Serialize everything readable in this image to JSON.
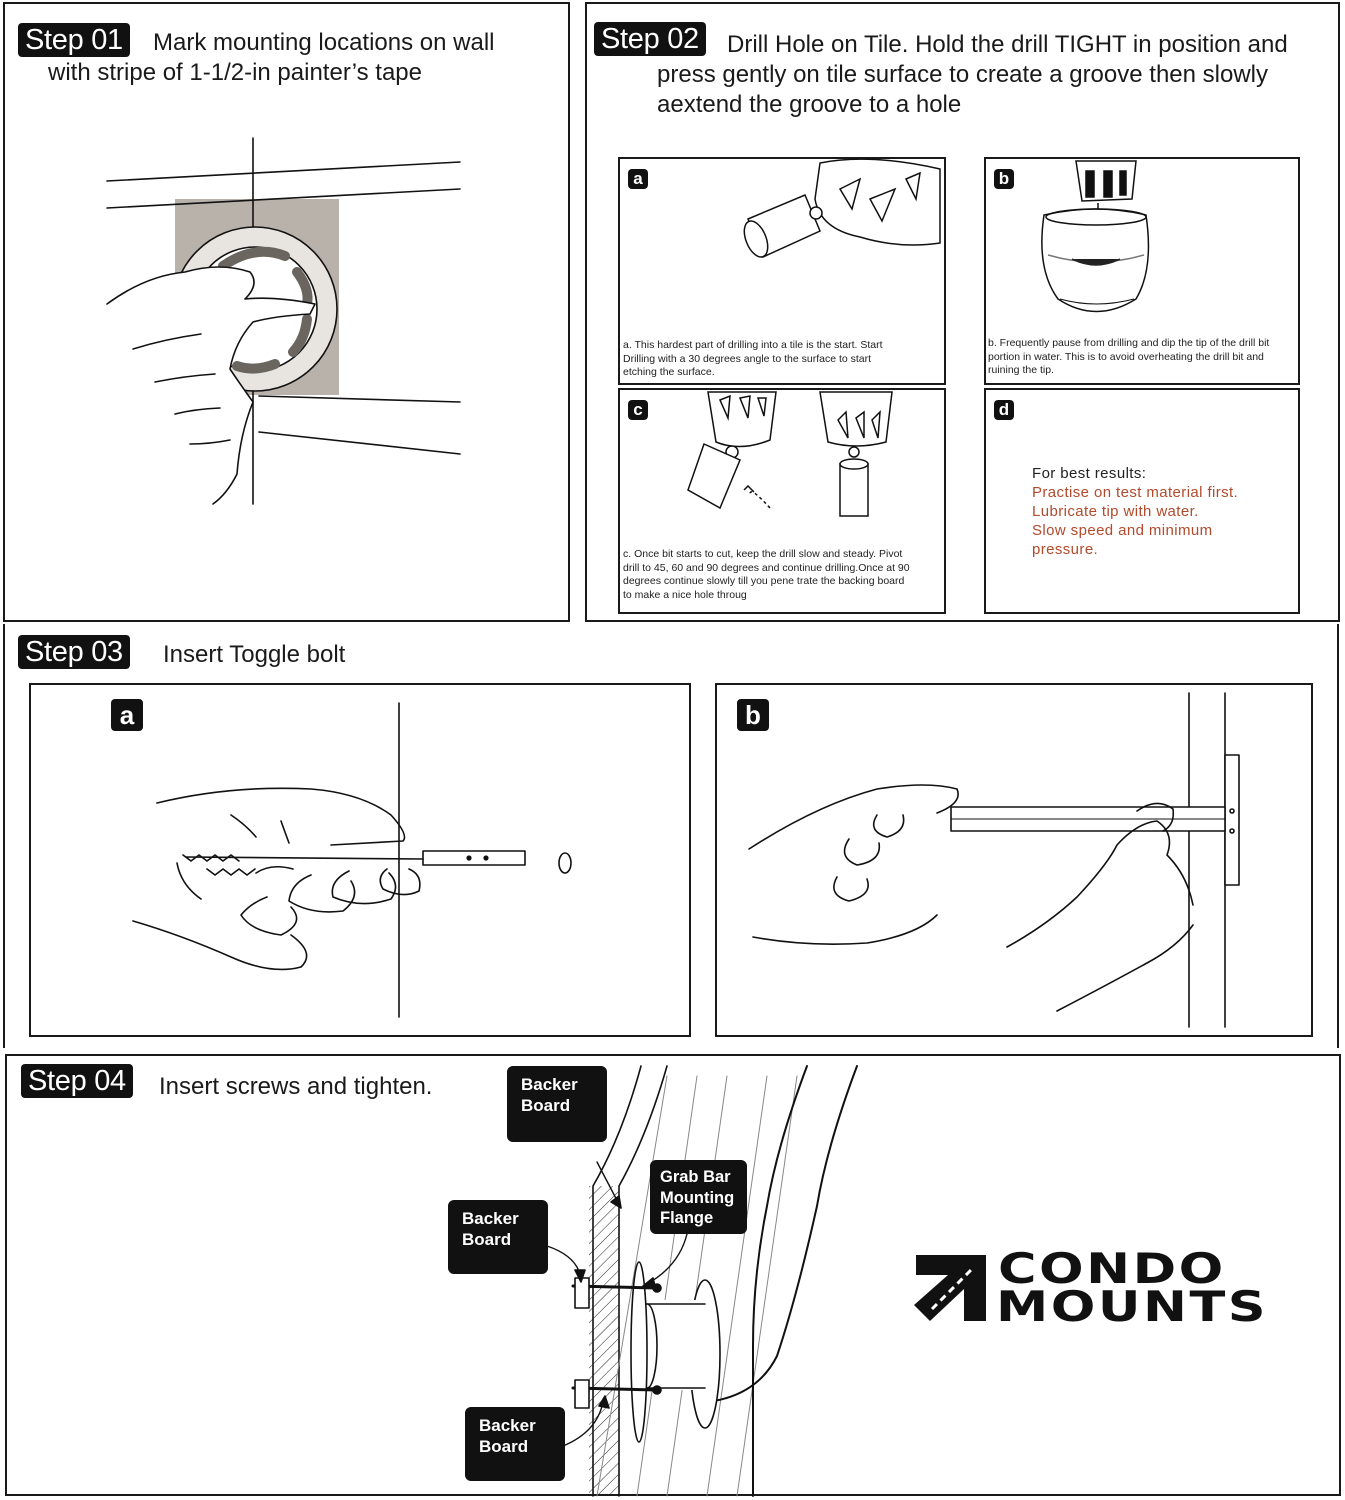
{
  "step1": {
    "tag": "Step 01",
    "line1": "Mark mounting locations on wall",
    "line2": "with stripe of 1-1/2-in painter’s tape"
  },
  "step2": {
    "tag": "Step 02",
    "line1": "Drill Hole on Tile. Hold the drill TIGHT in position and",
    "line2": "press gently on tile surface to create a groove then slowly",
    "line3": "aextend the groove to a hole",
    "a": {
      "letter": "a",
      "caption": [
        "a. This hardest part of drilling into a tile is the start. Start",
        "Drilling with a 30 degrees angle to the surface to start",
        "etching the surface."
      ]
    },
    "b": {
      "letter": "b",
      "caption": [
        "b. Frequently pause from drilling and dip the tip of the drill bit",
        "portion in water. This is to avoid overheating the drill bit and",
        "ruining the tip."
      ]
    },
    "c": {
      "letter": "c",
      "caption": [
        "c. Once bit starts to cut, keep the drill slow and steady. Pivot",
        "drill to 45, 60 and 90 degrees and continue drilling.Once at 90",
        "degrees continue slowly till you pene trate the backing board",
        "to make a nice hole throug"
      ]
    },
    "d": {
      "letter": "d",
      "heading": "For best results:",
      "tips": [
        "Practise on test material first.",
        "Lubricate tip with water.",
        "Slow speed and minimum",
        "pressure."
      ]
    }
  },
  "step3": {
    "tag": "Step 03",
    "text": "Insert Toggle bolt",
    "a": {
      "letter": "a"
    },
    "b": {
      "letter": "b"
    }
  },
  "step4": {
    "tag": "Step 04",
    "text": "Insert screws and tighten.",
    "callouts": {
      "top": [
        "Backer",
        "Board"
      ],
      "mid": [
        "Backer",
        "Board"
      ],
      "bottom": [
        "Backer",
        "Board"
      ],
      "flange": [
        "Grab Bar",
        "Mounting",
        "Flange"
      ]
    }
  },
  "logo": {
    "line1": "CONDO",
    "line2": "MOUNTS"
  },
  "colors": {
    "tip_text": "#b24a2c",
    "tag_bg": "#111111",
    "tape": "#b9b2ab"
  }
}
